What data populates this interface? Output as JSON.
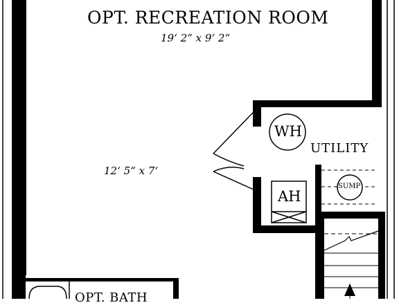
{
  "plan": {
    "rooms": {
      "recreation": {
        "name": "OPT. RECREATION ROOM",
        "dimensions": "19‘ 2“ x 9‘ 2“"
      },
      "lower_area": {
        "dimensions": "12‘ 5“ x 7‘"
      },
      "utility": {
        "name": "UTILITY"
      },
      "bath": {
        "name": "OPT. BATH"
      }
    },
    "fixtures": {
      "water_heater": "WH",
      "air_handler": "AH",
      "sump": "SUMP"
    },
    "colors": {
      "wall": "#000000",
      "background": "#ffffff"
    }
  }
}
